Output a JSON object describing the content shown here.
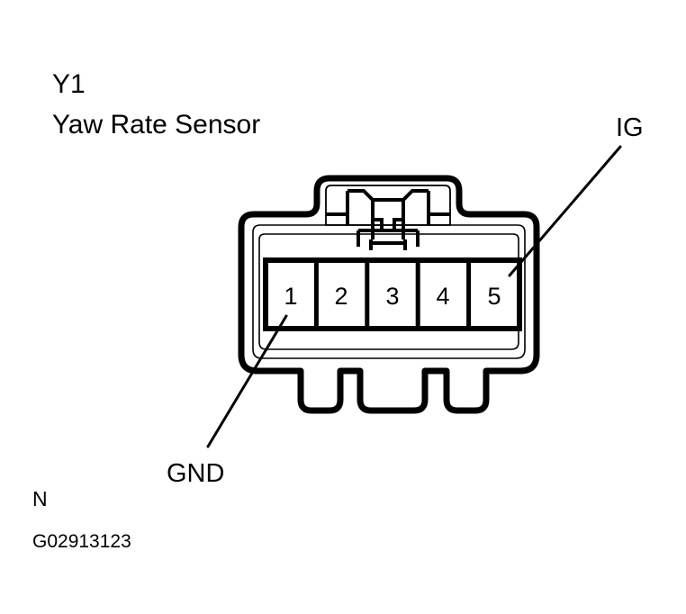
{
  "figure": {
    "component_id": "Y1",
    "component_name": "Yaw Rate Sensor",
    "note_letter": "N",
    "figure_id": "G02913123",
    "background_color": "#ffffff",
    "line_color": "#000000"
  },
  "connector": {
    "type": "5-pin automotive connector front view",
    "pin_count": 5,
    "pins": [
      {
        "number": "1",
        "signal": "GND"
      },
      {
        "number": "2",
        "signal": ""
      },
      {
        "number": "3",
        "signal": ""
      },
      {
        "number": "4",
        "signal": ""
      },
      {
        "number": "5",
        "signal": "IG"
      }
    ],
    "labels": {
      "gnd": "GND",
      "ig": "IG"
    }
  }
}
